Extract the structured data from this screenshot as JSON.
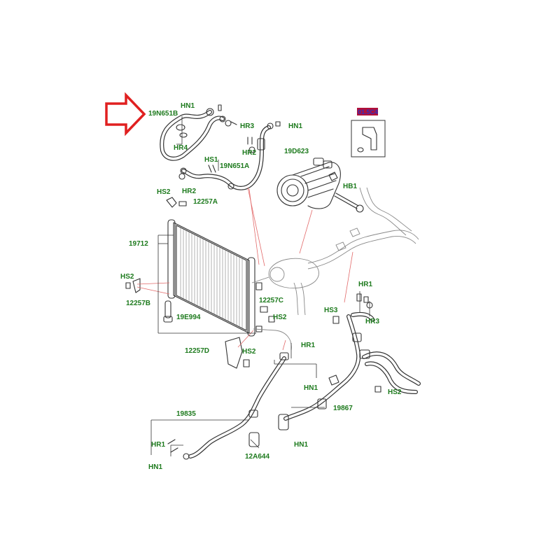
{
  "colors": {
    "label": "#1d7a1d",
    "arrow": "#e02020",
    "line": "#333333",
    "callout": "#e26a6a",
    "highlight_bg": "#b0103a",
    "highlight_text": "#3030c0"
  },
  "highlight": {
    "text": "01.5C4"
  },
  "labels": [
    {
      "id": "hn1_top",
      "text": "HN1"
    },
    {
      "id": "19n651b",
      "text": "19N651B"
    },
    {
      "id": "hr3_top",
      "text": "HR3"
    },
    {
      "id": "hn1_top2",
      "text": "HN1"
    },
    {
      "id": "hr4",
      "text": "HR4"
    },
    {
      "id": "hr2_top",
      "text": "HR2"
    },
    {
      "id": "19d623",
      "text": "19D623"
    },
    {
      "id": "hs1",
      "text": "HS1"
    },
    {
      "id": "19n651a",
      "text": "19N651A"
    },
    {
      "id": "hr2_mid",
      "text": "HR2"
    },
    {
      "id": "hs2_a",
      "text": "HS2"
    },
    {
      "id": "12257a",
      "text": "12257A"
    },
    {
      "id": "hb1",
      "text": "HB1"
    },
    {
      "id": "19712",
      "text": "19712"
    },
    {
      "id": "hs2_b",
      "text": "HS2"
    },
    {
      "id": "12257b",
      "text": "12257B"
    },
    {
      "id": "12257c",
      "text": "12257C"
    },
    {
      "id": "hr1_r",
      "text": "HR1"
    },
    {
      "id": "hs3",
      "text": "HS3"
    },
    {
      "id": "hr3_r",
      "text": "HR3"
    },
    {
      "id": "19e994",
      "text": "19E994"
    },
    {
      "id": "hs2_c",
      "text": "HS2"
    },
    {
      "id": "hr1_m",
      "text": "HR1"
    },
    {
      "id": "12257d",
      "text": "12257D"
    },
    {
      "id": "hs2_d",
      "text": "HS2"
    },
    {
      "id": "hn1_m",
      "text": "HN1"
    },
    {
      "id": "hs2_e",
      "text": "HS2"
    },
    {
      "id": "19835",
      "text": "19835"
    },
    {
      "id": "19867",
      "text": "19867"
    },
    {
      "id": "hr1_l",
      "text": "HR1"
    },
    {
      "id": "hn1_b",
      "text": "HN1"
    },
    {
      "id": "12a644",
      "text": "12A644"
    },
    {
      "id": "hn1_l",
      "text": "HN1"
    }
  ]
}
